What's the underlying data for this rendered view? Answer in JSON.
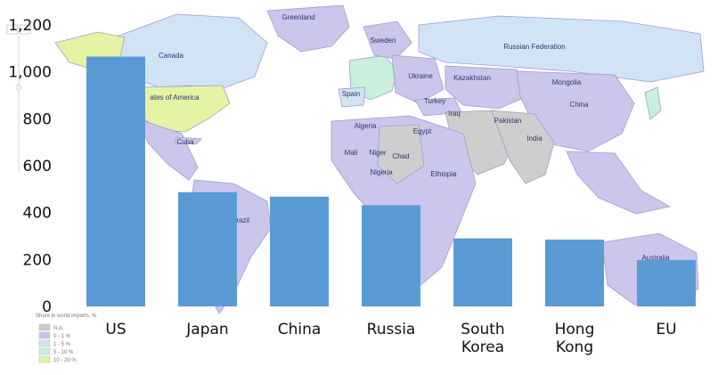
{
  "chart_data": {
    "type": "bar",
    "title": "",
    "xlabel": "",
    "ylabel": "",
    "categories": [
      [
        "US"
      ],
      [
        "Japan"
      ],
      [
        "China"
      ],
      [
        "Russia"
      ],
      [
        "South",
        "Korea"
      ],
      [
        "Hong",
        "Kong"
      ],
      [
        "EU"
      ]
    ],
    "values": [
      1065,
      487,
      468,
      432,
      290,
      285,
      198
    ],
    "ylim": [
      0,
      1200
    ],
    "yticks": [
      "0",
      "200",
      "400",
      "600",
      "800",
      "1,000",
      "1,200"
    ],
    "ytick_values": [
      0,
      200,
      400,
      600,
      800,
      1000,
      1200
    ],
    "bar_color": "#5b9bd5",
    "grid": false
  },
  "background_map": {
    "labels": [
      "Greenland",
      "Canada",
      "Russian Federation",
      "Sweden",
      "Ukraine",
      "Kazakhstan",
      "Mongolia",
      "China",
      "Spain",
      "Turkey",
      "Iraq",
      "Pakistan",
      "India",
      "Algeria",
      "Egypt",
      "Mali",
      "Niger",
      "Chad",
      "Nigeria",
      "Ethiopia",
      "Cuba",
      "Brazil",
      "Australia",
      "ates of America"
    ],
    "legend": {
      "title": "Share in world imports, %",
      "items": [
        {
          "label": "N.A.",
          "color": "#cccccc"
        },
        {
          "label": "0 - 1 %",
          "color": "#c8c4ec"
        },
        {
          "label": "1 - 5 %",
          "color": "#cfe3f6"
        },
        {
          "label": "5 - 10 %",
          "color": "#c6f0dc"
        },
        {
          "label": "10 - 20 %",
          "color": "#e3f3a0"
        }
      ]
    },
    "colors": {
      "ocean": "#ffffff",
      "na": "#cccccc",
      "low": "#c8c4ec",
      "mid": "#cfe3f6",
      "high": "#c6f0dc",
      "top": "#e3f3a0",
      "border": "#9a97c8"
    }
  }
}
